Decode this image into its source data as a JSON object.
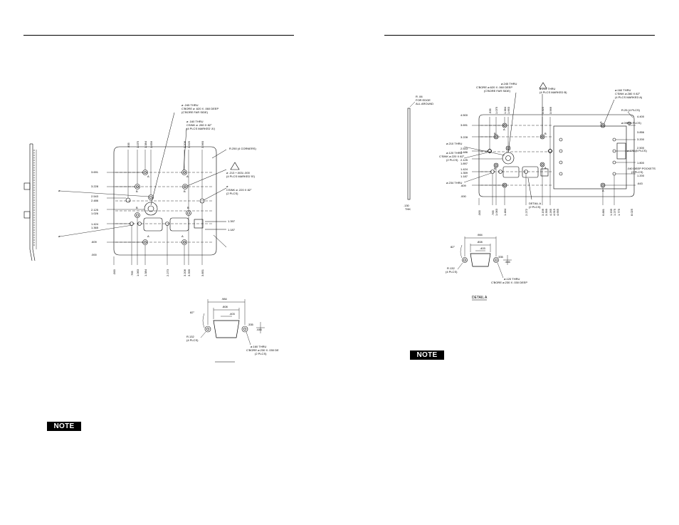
{
  "left_page": {
    "front_panel": {
      "callouts": [
        "ø .245 THRU",
        "C'BORE ø .620 X .060 DEEP",
        "(C'BORE FAR SIDE)",
        "ø .160 THRU",
        "CSINK ø .280 X 82°",
        "(4 PLCS MARKED 'A')",
        "R.250 (4 CORNERS)",
        "ø .213 +.003/-.000",
        "(4 PLCS MARKED 'B')",
        "ø",
        "CSINK ø .220 X 82°",
        "(2 PLCS)",
        "ø",
        "ø"
      ],
      "markers": [
        "A",
        "A",
        "B",
        "B",
        "B",
        "B",
        "A",
        "A"
      ],
      "y_dims": [
        "3.691",
        "3.228",
        "2.543",
        "2.486",
        "2.125",
        "1.026",
        "1.424",
        "1.365",
        ".609",
        ".000",
        "1.397",
        "1.187"
      ],
      "x_dims": [
        ".000",
        ".765",
        "1.063",
        "1.384",
        "2.273",
        "3.206",
        "3.399",
        "3.851"
      ],
      "top_dims": [
        ".935",
        "1.075",
        "1.384",
        "1.656",
        "3.206",
        "3.525",
        "3.960"
      ]
    },
    "detail": {
      "dims": [
        ".984",
        ".808",
        ".403",
        "82°",
        ".335",
        ".446"
      ],
      "callouts": [
        "R.132",
        "(4 PLCS)",
        "ø.160 THRU",
        "C'BORE ø.230 X .030 DE",
        "(2 PLCS)"
      ]
    },
    "note_label": "NOTE"
  },
  "right_page": {
    "side_view": {
      "labels": [
        "R .06",
        "FOR EDGE",
        "ALL AROUND",
        ".130",
        "THK"
      ]
    },
    "rear_panel": {
      "callouts": [
        "ø.245 THRU",
        "C'BORE ø.620 X .060 DEEP",
        "(C'BORE FAR SIDE)",
        "ø.213 THRU",
        "(4 PLCS MARKED B)",
        "ø.160 THRU",
        "C'SINK ø.280 X 82°",
        "(4 PLCS MARKED A)",
        "R.25 (4 PLCS)",
        "ø.090 (4 PLCS)",
        "ø.210 THRU",
        "ø.120 THRU",
        "C'SINK ø.220 X 82°",
        "(2 PLCS)",
        "ø.170 (8 PLCS)",
        ".040 DEEP POCKETS",
        "(2 PLCS)",
        "ø.234 THRU",
        "DETAIL A",
        "(2 PLCS)"
      ],
      "markers": [
        "A",
        "B",
        "B",
        "A",
        "B",
        "A",
        "A"
      ],
      "y_dims": [
        "4.500",
        "3.691",
        "3.228",
        "2.543",
        "2.486",
        "2.125",
        "1.897",
        "1.424",
        "1.359",
        "1.187",
        ".609",
        ".000"
      ],
      "right_y_dims": [
        "4.400",
        "3.856",
        "3.200",
        "2.500",
        "1.800",
        "1.200",
        ".643"
      ],
      "x_dims": [
        ".000",
        ".765",
        "1.063",
        "1.484",
        "2.272",
        "3.196",
        "3.399",
        "4.265",
        "4.515",
        "4.665",
        "6.881",
        "1.205",
        "1.275",
        "1.775",
        "8.025"
      ],
      "top_dims": [
        ".935",
        "1.075",
        "1.384",
        "1.663",
        "3.325",
        "3.966"
      ]
    },
    "detail": {
      "dims": [
        ".984",
        ".808",
        ".403",
        "82°",
        ".335",
        ".446"
      ],
      "callouts": [
        "R.132",
        "(4 PLCS)",
        "ø.120 THRU",
        "C'BORE ø.230 X .030 DEEP"
      ],
      "title": "DETAIL A"
    },
    "note_label": "NOTE"
  }
}
